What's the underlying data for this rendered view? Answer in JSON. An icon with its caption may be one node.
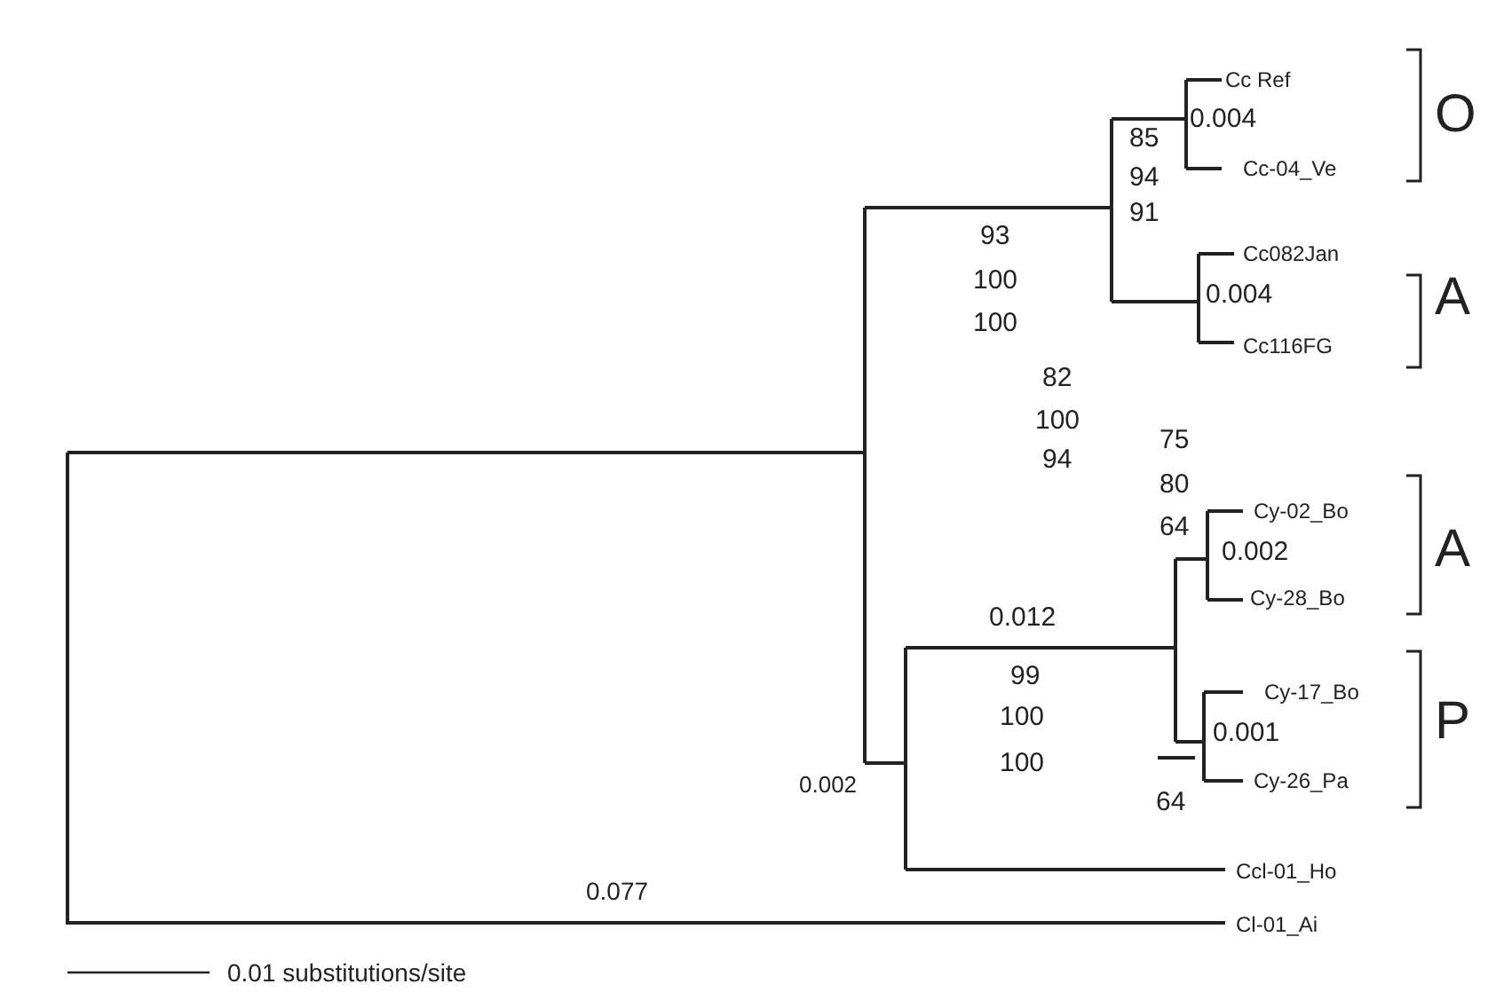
{
  "diagram": {
    "labels": [
      "Cc Ref",
      "0.004",
      "O",
      "85",
      "Cc-04_Ve",
      "94",
      "91",
      "93",
      "Cc082Jan",
      "100",
      "0.004",
      "A",
      "100",
      "Cc116FG",
      "82",
      "100",
      "75",
      "94",
      "80",
      "Cy-02_Bo",
      "64",
      "0.002",
      "A",
      "Cy-28_Bo",
      "0.012",
      "99",
      "Cy-17_Bo",
      "P",
      "100",
      "0.001",
      "100",
      "Cy-26_Pa",
      "0.002",
      "64",
      "Ccl-01_Ho",
      "0.077",
      "Cl-01_Ai",
      "0.01 substitutions/site"
    ]
  }
}
